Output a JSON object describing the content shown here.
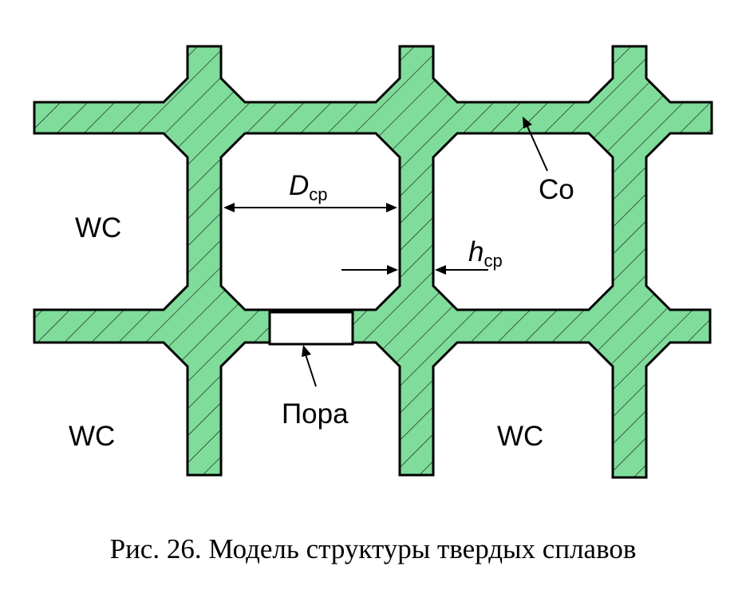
{
  "labels": {
    "wc_top_left": "WC",
    "wc_bottom_left": "WC",
    "wc_bottom_right": "WC",
    "cobalt": "Co",
    "grain_size_symbol": "D",
    "grain_size_subscript": "ср",
    "binder_thickness_symbol": "h",
    "binder_thickness_subscript": "ср",
    "pore": "Пора"
  },
  "caption": "Рис. 26. Модель структуры твердых сплавов",
  "colors": {
    "binder_fill": "#7fdc9a",
    "outline": "#000000",
    "grain_fill": "#ffffff"
  }
}
